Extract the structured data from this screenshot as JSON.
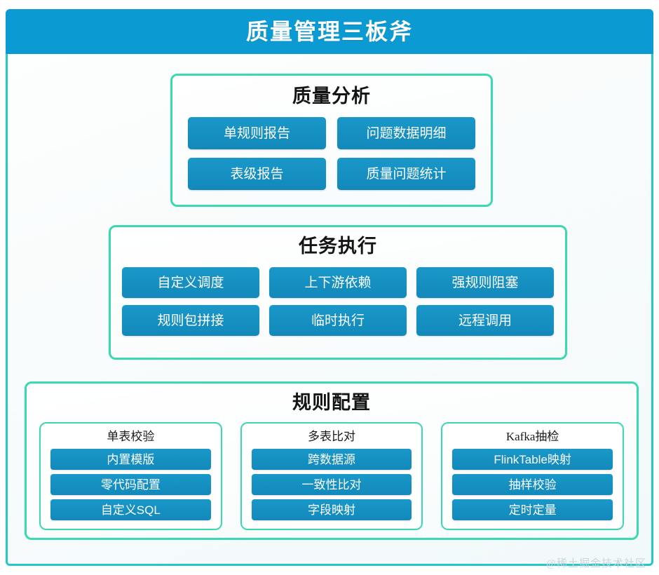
{
  "header": {
    "title": "质量管理三板斧",
    "background_color": "#0c9ad2",
    "text_color": "#ffffff"
  },
  "theme": {
    "accent_blue": "#1590c1",
    "border_teal": "#25c8c8",
    "card_border_green": "#3ad9b0",
    "page_background": "#fbfdfd"
  },
  "sections": [
    {
      "id": "analysis",
      "title": "质量分析",
      "columns": 2,
      "items": [
        "单规则报告",
        "问题数据明细",
        "表级报告",
        "质量问题统计"
      ]
    },
    {
      "id": "task",
      "title": "任务执行",
      "columns": 3,
      "items": [
        "自定义调度",
        "上下游依赖",
        "强规则阻塞",
        "规则包拼接",
        "临时执行",
        "远程调用"
      ]
    },
    {
      "id": "rule",
      "title": "规则配置",
      "columns": 3,
      "subcards": [
        {
          "title": "单表校验",
          "items": [
            "内置模版",
            "零代码配置",
            "自定义SQL"
          ]
        },
        {
          "title": "多表比对",
          "items": [
            "跨数据源",
            "一致性比对",
            "字段映射"
          ]
        },
        {
          "title": "Kafka抽检",
          "items": [
            "FlinkTable映射",
            "抽样校验",
            "定时定量"
          ]
        }
      ]
    }
  ],
  "watermark": {
    "text": "@稀土掘金技术社区"
  }
}
